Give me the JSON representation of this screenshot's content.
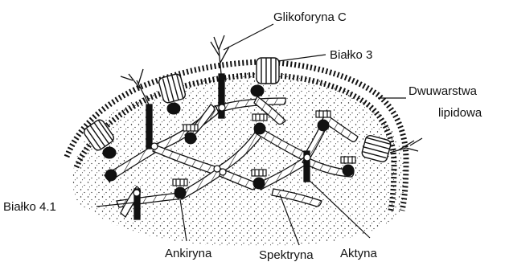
{
  "labels": {
    "glycophorin_c": "Glikoforyna C",
    "band3": "Białko 3",
    "bilayer_line1": "Dwuwarstwa",
    "bilayer_line2": "lipidowa",
    "band41": "Białko 4.1",
    "ankyrin": "Ankiryna",
    "spectrin": "Spektryna",
    "actin": "Aktyna"
  },
  "colors": {
    "ink": "#111111",
    "background": "#ffffff"
  }
}
